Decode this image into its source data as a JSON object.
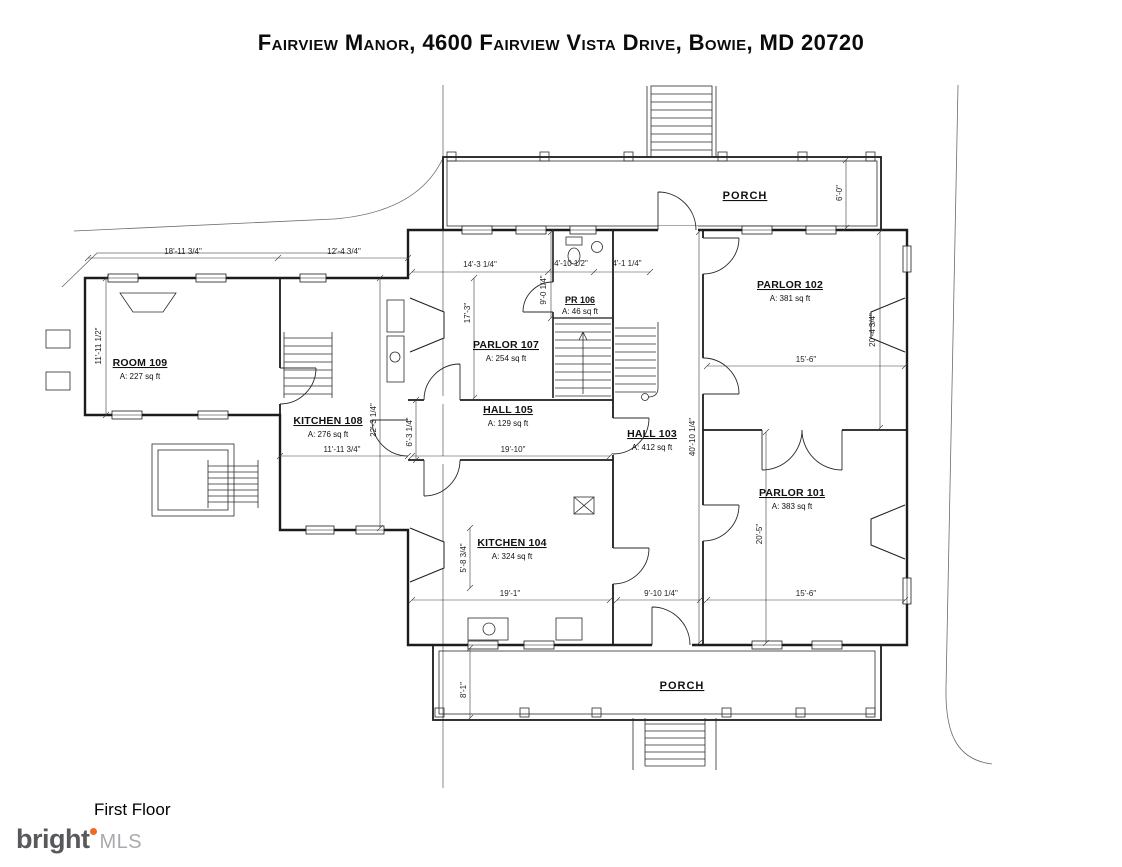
{
  "title": "Fairview Manor, 4600 Fairview Vista Drive, Bowie, MD 20720",
  "floor_label": "First Floor",
  "logo": {
    "brand": "bright",
    "suffix": "MLS",
    "accent_color": "#f26722"
  },
  "porches": {
    "top": "PORCH",
    "bottom": "PORCH"
  },
  "rooms": {
    "room109": {
      "name": "ROOM 109",
      "area": "A: 227 sq ft"
    },
    "kitchen108": {
      "name": "KITCHEN 108",
      "area": "A: 276 sq ft"
    },
    "parlor107": {
      "name": "PARLOR 107",
      "area": "A: 254 sq ft"
    },
    "pr106": {
      "name": "PR 106",
      "area": "A: 46 sq ft"
    },
    "hall105": {
      "name": "HALL 105",
      "area": "A: 129 sq ft"
    },
    "hall103": {
      "name": "HALL 103",
      "area": "A: 412 sq ft"
    },
    "parlor102": {
      "name": "PARLOR 102",
      "area": "A: 381 sq ft"
    },
    "parlor101": {
      "name": "PARLOR 101",
      "area": "A: 383 sq ft"
    },
    "kitchen104": {
      "name": "KITCHEN 104",
      "area": "A: 324 sq ft"
    }
  },
  "dimensions": {
    "room109_width": "18'-11 3/4\"",
    "kitchen108_top": "12'-4 3/4\"",
    "room109_height": "11'-11 1/2\"",
    "parlor107_top": "14'-3 1/4\"",
    "pr106_top": "4'-10 1/2\"",
    "hall_top": "4'-1 1/4\"",
    "pr106_side": "9'-0 1/4\"",
    "parlor107_side": "17'-3\"",
    "porch_top_depth": "6'-0\"",
    "parlor102_side": "20'-4 3/4\"",
    "parlor102_width": "15'-6\"",
    "hall103_height": "40'-10 1/4\"",
    "kitchen108_side": "22'-3 1/4\"",
    "kitchen108_width": "11'-11 3/4\"",
    "hall105_width": "19'-10\"",
    "hall105_side": "6'-3 1/4\"",
    "parlor101_side": "20'-5\"",
    "kitchen104_side": "5'-8 3/4\"",
    "kitchen104_width": "19'-1\"",
    "hall103_width": "9'-10 1/4\"",
    "parlor101_width": "15'-6\"",
    "porch_bottom_depth": "8'-1\""
  }
}
